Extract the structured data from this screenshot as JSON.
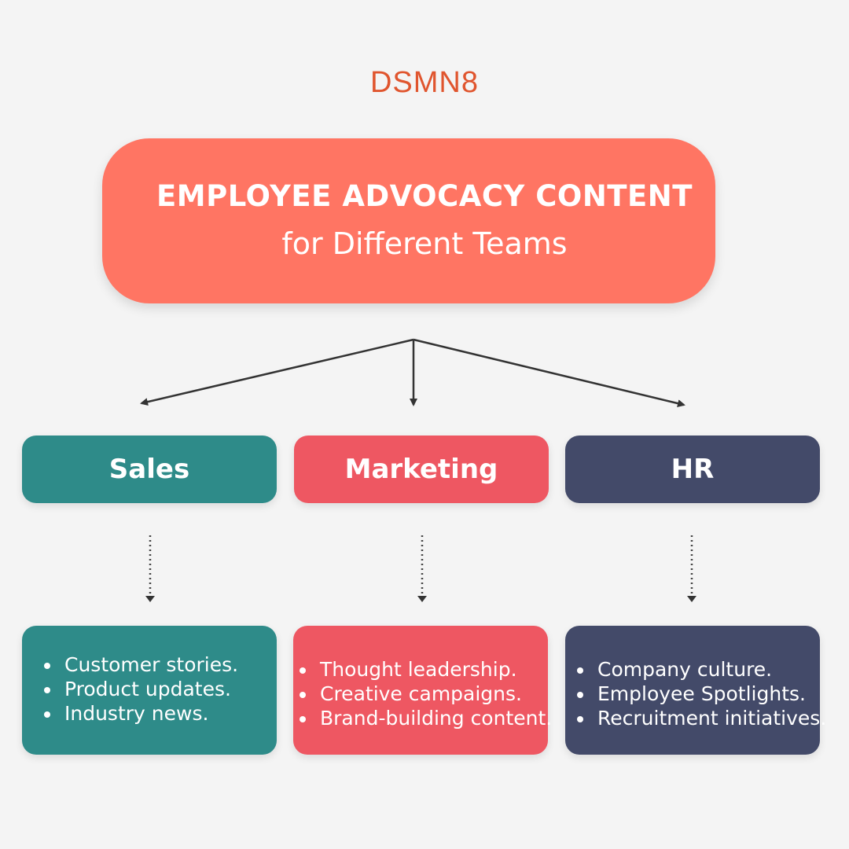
{
  "brand": {
    "logo_text": "DSMN8",
    "logo_color": "#e0552e"
  },
  "hero": {
    "title": "EMPLOYEE ADVOCACY CONTENT",
    "subtitle": "for Different Teams",
    "color": "#ff7563"
  },
  "teams": [
    {
      "name": "Sales",
      "color": "#2e8b89",
      "items": [
        "Customer stories.",
        "Product updates.",
        "Industry news."
      ]
    },
    {
      "name": "Marketing",
      "color": "#ee5762",
      "items": [
        "Thought leadership.",
        "Creative campaigns.",
        "Brand-building content."
      ]
    },
    {
      "name": "HR",
      "color": "#434a69",
      "items": [
        "Company culture.",
        "Employee Spotlights.",
        "Recruitment initiatives."
      ]
    }
  ]
}
